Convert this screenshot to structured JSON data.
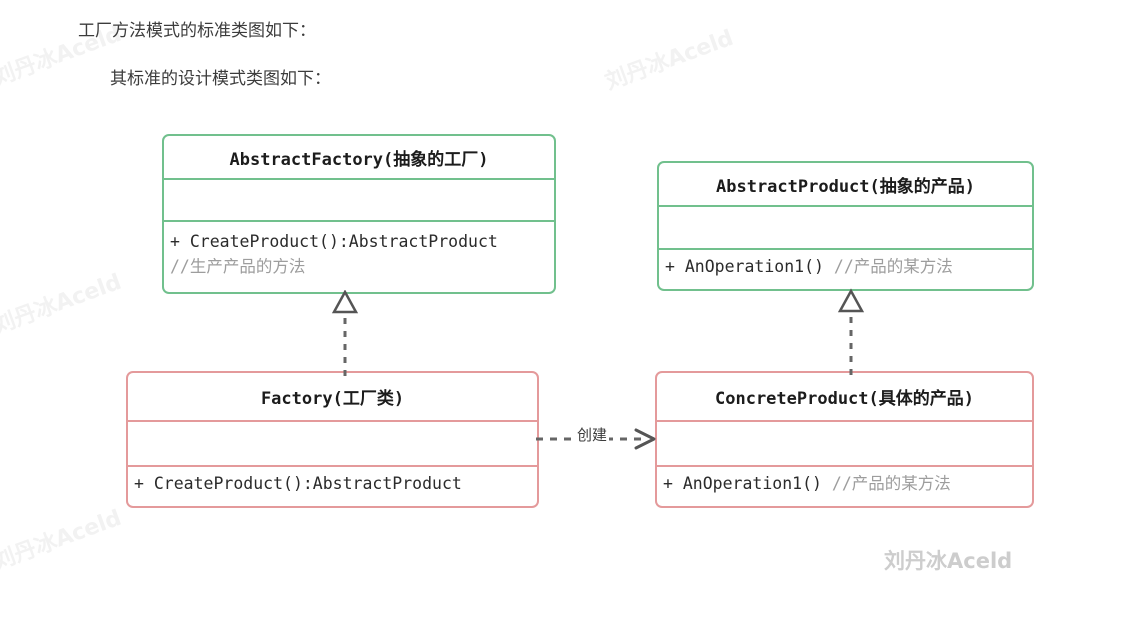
{
  "page": {
    "paragraphs": [
      "工厂方法模式的标准类图如下：",
      "其标准的设计模式类图如下："
    ]
  },
  "watermark": {
    "text": "刘丹冰Aceld",
    "faint_color": "#f2f2f2",
    "corner_color": "#cdcdcd"
  },
  "colors": {
    "abstract_border": "#71c08d",
    "concrete_border": "#e49a9b",
    "method_text": "#2b2b2b",
    "comment_text": "#9d9d9d",
    "connector": "#666666"
  },
  "diagram": {
    "type": "uml-class-diagram",
    "classes": [
      {
        "id": "abstract-factory",
        "stereotype": "abstract",
        "title": "AbstractFactory(抽象的工厂)",
        "attributes": [],
        "methods": [
          {
            "signature": "+ CreateProduct():AbstractProduct",
            "comment": "//生产产品的方法",
            "comment_on_new_line": true
          }
        ]
      },
      {
        "id": "abstract-product",
        "stereotype": "abstract",
        "title": "AbstractProduct(抽象的产品)",
        "attributes": [],
        "methods": [
          {
            "signature": "+ AnOperation1()",
            "comment": "//产品的某方法",
            "comment_on_new_line": false
          }
        ]
      },
      {
        "id": "factory",
        "stereotype": "concrete",
        "title": "Factory(工厂类)",
        "attributes": [],
        "methods": [
          {
            "signature": "+ CreateProduct():AbstractProduct",
            "comment": "",
            "comment_on_new_line": false
          }
        ]
      },
      {
        "id": "concrete-product",
        "stereotype": "concrete",
        "title": "ConcreteProduct(具体的产品)",
        "attributes": [],
        "methods": [
          {
            "signature": "+ AnOperation1()",
            "comment": "//产品的某方法",
            "comment_on_new_line": false
          }
        ]
      }
    ],
    "relations": [
      {
        "id": "realize-left",
        "kind": "realization",
        "from": "factory",
        "to": "abstract-factory",
        "label": "",
        "line": "dashed",
        "head": "hollow-triangle"
      },
      {
        "id": "realize-right",
        "kind": "realization",
        "from": "concrete-product",
        "to": "abstract-product",
        "label": "",
        "line": "dashed",
        "head": "hollow-triangle"
      },
      {
        "id": "create",
        "kind": "dependency",
        "from": "factory",
        "to": "concrete-product",
        "label": "创建",
        "line": "dashed",
        "head": "open-arrow"
      }
    ]
  }
}
